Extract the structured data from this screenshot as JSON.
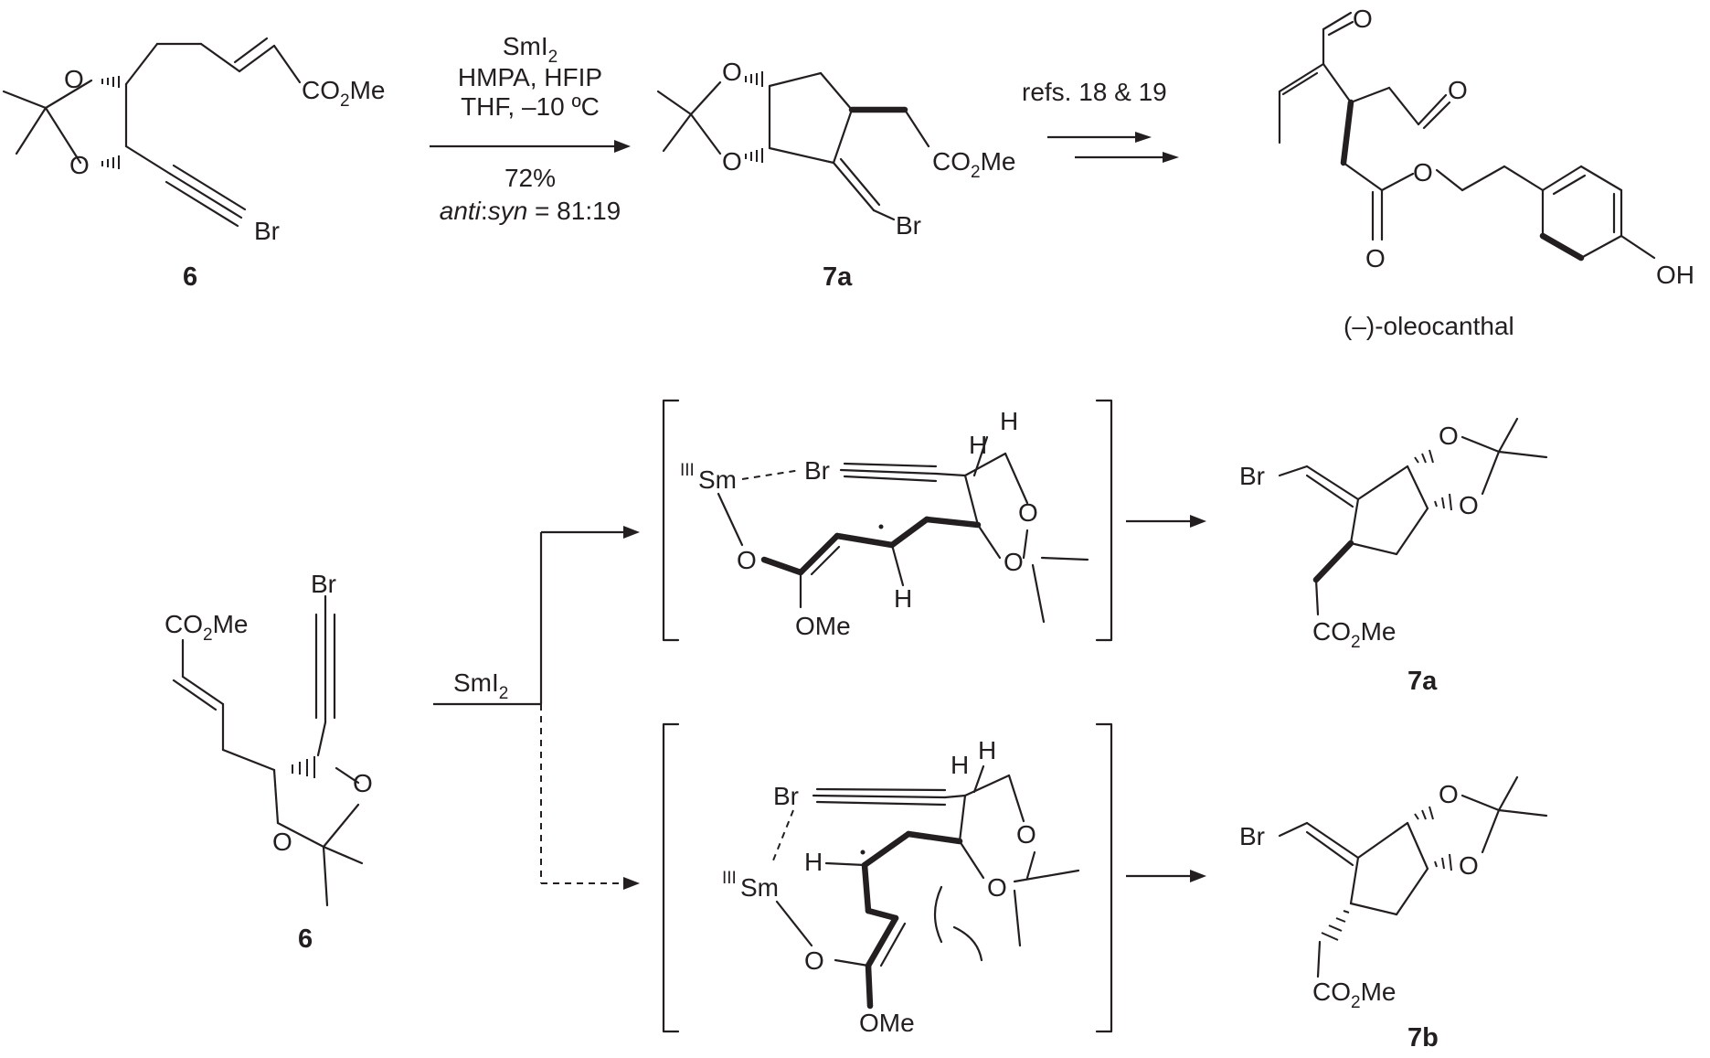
{
  "scheme": {
    "reaction_top": {
      "reagents": [
        "SmI2",
        "HMPA, HFIP",
        "THF, –10 ºC"
      ],
      "yield": "72%",
      "selectivity_anti": "anti",
      "selectivity_syn": "syn",
      "selectivity_ratio": " = 81:19",
      "refs": "refs. 18 & 19"
    },
    "mechanism": {
      "reagent": "SmI2"
    },
    "compounds": {
      "start_top": "6",
      "product_top": "7a",
      "final_product": "(–)-oleocanthal",
      "start_bottom": "6",
      "product_anti": "7a",
      "product_syn": "7b"
    },
    "atoms": {
      "O": "O",
      "Br": "Br",
      "H": "H",
      "OH": "OH",
      "OMe": "OMe",
      "CO2Me": "CO2Me",
      "Sm": "Sm",
      "SmIII": "III"
    }
  }
}
